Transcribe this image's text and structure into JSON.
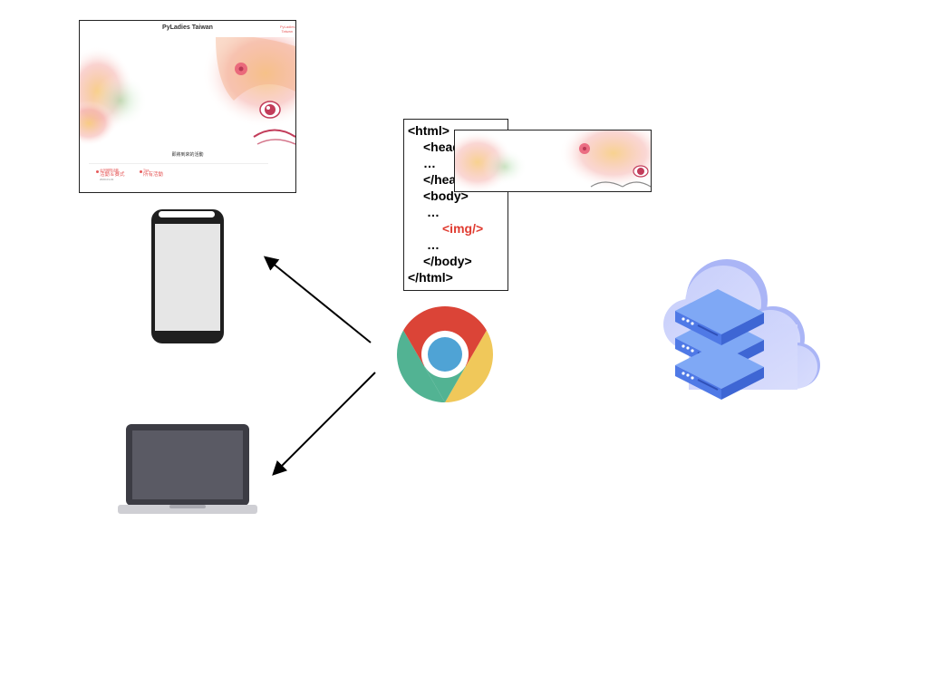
{
  "site_preview": {
    "title": "PyLadies Taiwan",
    "brand": "PyLadies Taiwan",
    "caption": "即將到來的活動",
    "events": [
      {
        "small": "台灣國際活動",
        "name": "活動＆賽式",
        "date": "2020-01-01"
      },
      {
        "small": "Tips",
        "name": "所有活動"
      }
    ]
  },
  "code": {
    "lines": [
      "<html>",
      "<head>",
      "…",
      "</head>",
      "<body>",
      "…",
      "<img/>",
      "…",
      "</body>",
      "</html>"
    ]
  },
  "icons": {
    "phone": "smartphone-icon",
    "laptop": "laptop-icon",
    "browser": "chrome-icon",
    "server": "cloud-server-icon"
  },
  "colors": {
    "chrome_red": "#db4437",
    "chrome_green": "#52b393",
    "chrome_yellow": "#f0c85a",
    "chrome_blue": "#4fa3d5",
    "code_highlight": "#e03c31",
    "server_blue": "#5a8cef",
    "cloud": "#c6cffb"
  }
}
